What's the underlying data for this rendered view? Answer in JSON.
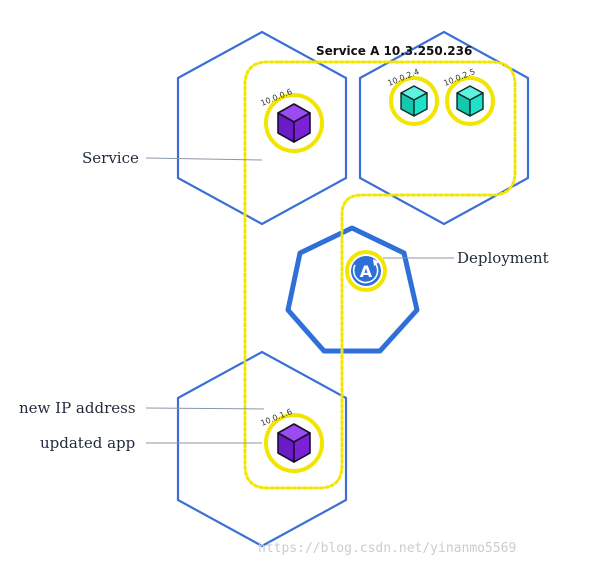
{
  "colors": {
    "node_stroke": "#3b6fd6",
    "service_outline": "#f2e600",
    "pod_ring": "#f2e600",
    "pod_purple": "#7b22d6",
    "pod_teal": "#1fe3c8",
    "deployment_blue": "#2f6fd8",
    "leader_line": "#8a97a6"
  },
  "service": {
    "title": "Service A 10.3.250.236"
  },
  "labels": {
    "service": "Service",
    "deployment": "Deployment",
    "new_ip": "new IP address",
    "updated_app": "updated app"
  },
  "pods": [
    {
      "ip": "10.0.0.6",
      "icon": "purple-cube-icon"
    },
    {
      "ip": "10.0.2.4",
      "icon": "teal-cube-icon"
    },
    {
      "ip": "10.0.2.5",
      "icon": "teal-cube-icon"
    },
    {
      "ip": "10.0.1.6",
      "icon": "purple-cube-icon"
    }
  ],
  "deployment_icon": {
    "letter": "A",
    "icon": "deployment-icon"
  },
  "watermark": "https://blog.csdn.net/yinanmo5569"
}
